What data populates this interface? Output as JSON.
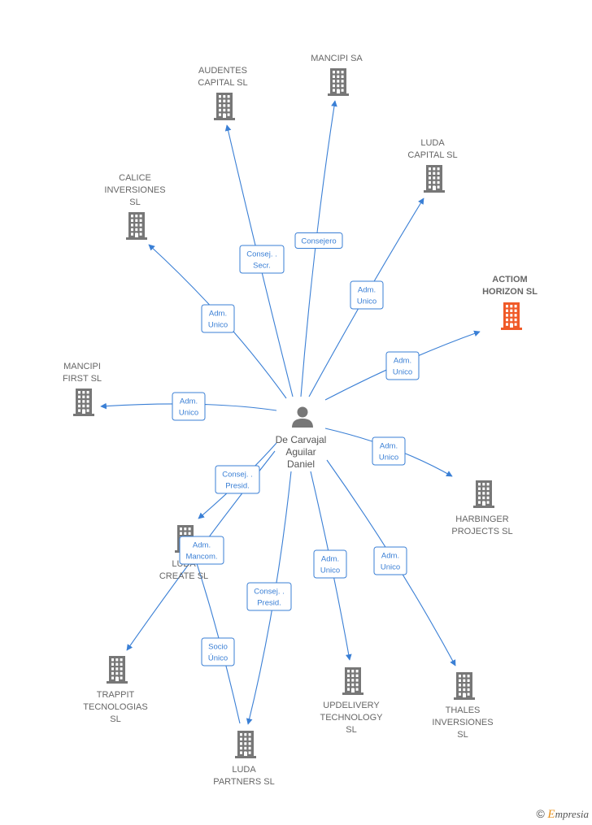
{
  "center": {
    "name_lines": [
      "De Carvajal",
      "Aguilar",
      "Daniel"
    ],
    "icon": "person-icon"
  },
  "companies": [
    {
      "id": "audentes",
      "lines": [
        "AUDENTES",
        "CAPITAL  SL"
      ],
      "icon": "building-icon",
      "highlight": false
    },
    {
      "id": "mancipi-sa",
      "lines": [
        "MANCIPI SA"
      ],
      "icon": "building-icon",
      "highlight": false
    },
    {
      "id": "luda-capital",
      "lines": [
        "LUDA",
        "CAPITAL  SL"
      ],
      "icon": "building-icon",
      "highlight": false
    },
    {
      "id": "calice",
      "lines": [
        "CALICE",
        "INVERSIONES",
        "SL"
      ],
      "icon": "building-icon",
      "highlight": false
    },
    {
      "id": "actiom",
      "lines": [
        "ACTIOM",
        "HORIZON  SL"
      ],
      "icon": "building-icon",
      "highlight": true
    },
    {
      "id": "mancipi-first",
      "lines": [
        "MANCIPI",
        "FIRST  SL"
      ],
      "icon": "building-icon",
      "highlight": false
    },
    {
      "id": "harbinger",
      "lines": [
        "HARBINGER",
        "PROJECTS  SL"
      ],
      "icon": "building-icon",
      "highlight": false
    },
    {
      "id": "luda-create",
      "lines": [
        "LUDA",
        "CREATE  SL"
      ],
      "icon": "building-icon",
      "highlight": false
    },
    {
      "id": "trappit",
      "lines": [
        "TRAPPIT",
        "TECNOLOGIAS",
        "SL"
      ],
      "icon": "building-icon",
      "highlight": false
    },
    {
      "id": "updelivery",
      "lines": [
        "UPDELIVERY",
        "TECHNOLOGY",
        "SL"
      ],
      "icon": "building-icon",
      "highlight": false
    },
    {
      "id": "thales",
      "lines": [
        "THALES",
        "INVERSIONES",
        "SL"
      ],
      "icon": "building-icon",
      "highlight": false
    },
    {
      "id": "luda-partners",
      "lines": [
        "LUDA",
        "PARTNERS  SL"
      ],
      "icon": "building-icon",
      "highlight": false
    }
  ],
  "relations": [
    {
      "id": "audentes",
      "lines": [
        "Consej. .",
        "Secr."
      ]
    },
    {
      "id": "mancipi-sa",
      "lines": [
        "Consejero"
      ]
    },
    {
      "id": "luda-capital",
      "lines": [
        "Adm.",
        "Unico"
      ]
    },
    {
      "id": "calice",
      "lines": [
        "Adm.",
        "Unico"
      ]
    },
    {
      "id": "actiom",
      "lines": [
        "Adm.",
        "Unico"
      ]
    },
    {
      "id": "mancipi-first",
      "lines": [
        "Adm.",
        "Unico"
      ]
    },
    {
      "id": "harbinger",
      "lines": [
        "Adm.",
        "Unico"
      ]
    },
    {
      "id": "luda-create-presid",
      "lines": [
        "Consej. .",
        "Presid."
      ]
    },
    {
      "id": "trappit",
      "lines": [
        "Adm.",
        "Mancom."
      ]
    },
    {
      "id": "luda-partners",
      "lines": [
        "Consej. .",
        "Presid."
      ]
    },
    {
      "id": "luda-partners-socio",
      "lines": [
        "Socio",
        "Único"
      ]
    },
    {
      "id": "updelivery",
      "lines": [
        "Adm.",
        "Unico"
      ]
    },
    {
      "id": "thales",
      "lines": [
        "Adm.",
        "Unico"
      ]
    }
  ],
  "colors": {
    "edge": "#3a7fd5",
    "building": "#777777",
    "highlight": "#f05a28",
    "person": "#777777"
  },
  "brand": {
    "symbol": "©",
    "first_letter": "E",
    "rest": "mpresia"
  }
}
